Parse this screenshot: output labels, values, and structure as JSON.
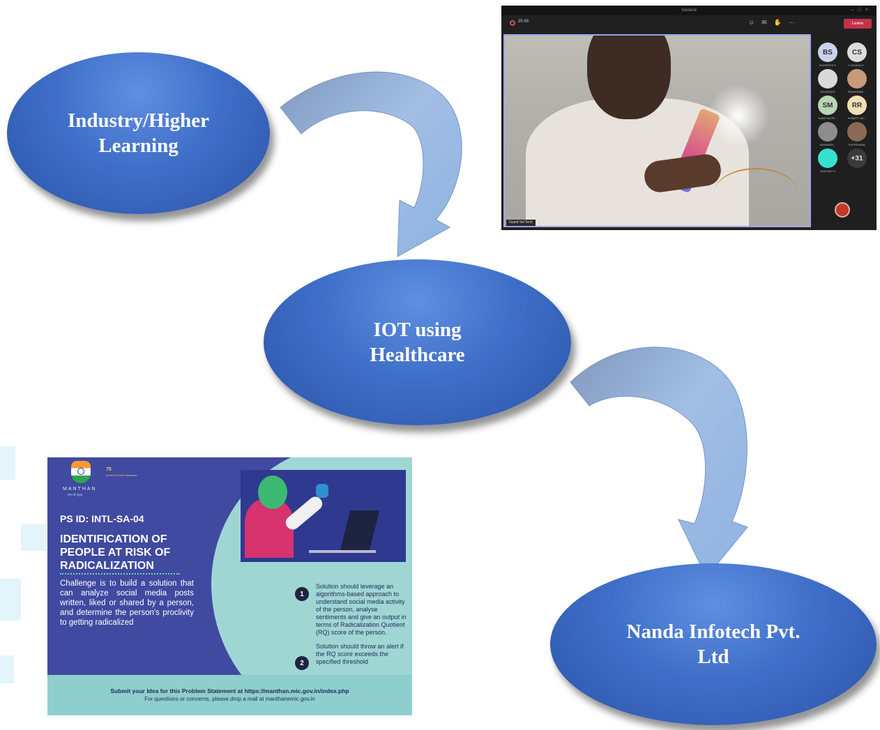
{
  "diagram": {
    "nodes": [
      {
        "id": "industry",
        "label_lines": [
          "Industry/Higher",
          "Learning"
        ]
      },
      {
        "id": "iot",
        "label_lines": [
          "IOT using",
          "Healthcare"
        ]
      },
      {
        "id": "nanda",
        "label_lines": [
          "Nanda Infotech Pvt.",
          "Ltd"
        ]
      }
    ],
    "colors": {
      "node": "#3f6ec8",
      "arrow": "#8fb3df"
    }
  },
  "teams_call": {
    "window_title": "General",
    "timer": "35:49",
    "leave_label": "Leave",
    "presenter_name": "Guest Vel Tech",
    "participants": [
      {
        "initials": "BS",
        "name": "BOOPATHI S",
        "color": "#c9d3ea"
      },
      {
        "initials": "CS",
        "name": "C DHANA S...",
        "color": "#dcdcdc"
      },
      {
        "initials": "",
        "name": "RAGAVI(KE",
        "color": "#d9d9d9"
      },
      {
        "initials": "",
        "name": "BHARANEE...",
        "color": "#c79b7a"
      },
      {
        "initials": "SM",
        "name": "SABITHA PR...",
        "color": "#b8d6b6"
      },
      {
        "initials": "RR",
        "name": "ROBERT AR...",
        "color": "#f3dfb4"
      },
      {
        "initials": "",
        "name": "MANINEM...",
        "color": "#8d8d8d"
      },
      {
        "initials": "",
        "name": "SUPERAMAL",
        "color": "#8a6a54"
      },
      {
        "initials": "",
        "name": "BARGAVI S",
        "color": "#38e0d0"
      },
      {
        "initials": "+31",
        "name": "",
        "color": "#3a3a3a"
      }
    ]
  },
  "poster": {
    "brand": "MANTHAN",
    "brand_tagline": "भारत की सुरक्षा",
    "azadi": "Azadi Ka Amrit Mahotsav",
    "ps_id": "PS ID: INTL-SA-04",
    "headline_lines": [
      "IDENTIFICATION OF",
      "PEOPLE AT RISK OF",
      "RADICALIZATION"
    ],
    "challenge": "Challenge is to build a solution that can analyze social media posts written, liked or shared by a person, and determine the person's proclivity to getting radicalized",
    "points": [
      {
        "num": "1",
        "text": "Solution should leverage an algorithms-based approach to understand social media activity of the person, analyse sentiments and give an output in terms of Radicalization Quotient (RQ) score of the person."
      },
      {
        "num": "2",
        "text": "Solution should throw an alert if the RQ score exceeds the specified threshold"
      }
    ],
    "submit_line": "Submit your Idea for this Problem Statement at https://manthan.mic.gov.in/index.php",
    "contact_line": "For questions or concerns, please drop a mail at manthanemic.gov.in"
  }
}
